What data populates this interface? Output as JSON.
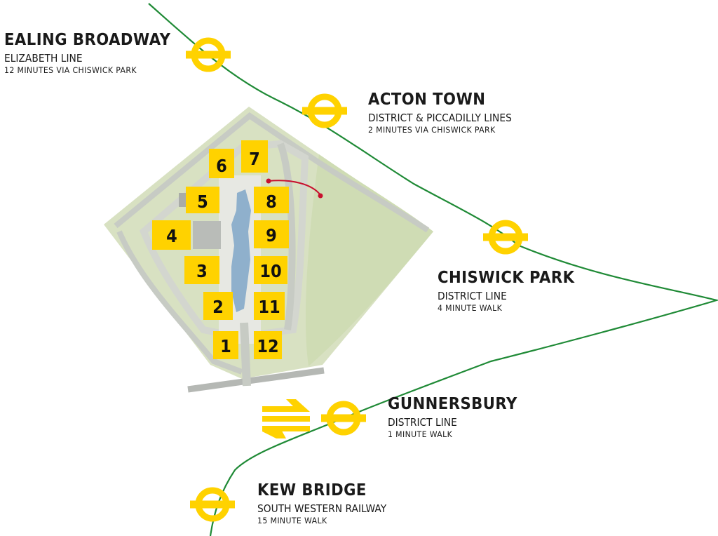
{
  "colors": {
    "line_green": "#1f8a36",
    "roundel_yellow": "#ffd200",
    "building_yellow": "#ffd200",
    "grass": "#d6dfbf",
    "lake": "#8fb0cc",
    "path_grey": "#c9ccc9",
    "rail_red": "#c8102e"
  },
  "stations": [
    {
      "id": "ealing",
      "name": "EALING BROADWAY",
      "line": "ELIZABETH LINE",
      "time": "12 MINUTES VIA CHISWICK PARK",
      "icon": "underground-roundel-icon"
    },
    {
      "id": "acton",
      "name": "ACTON TOWN",
      "line": "DISTRICT & PICCADILLY LINES",
      "time": "2 MINUTES VIA CHISWICK PARK",
      "icon": "underground-roundel-icon"
    },
    {
      "id": "chiswick",
      "name": "CHISWICK PARK",
      "line": "DISTRICT LINE",
      "time": "4 MINUTE WALK",
      "icon": "underground-roundel-icon"
    },
    {
      "id": "gunnersbury",
      "name": "GUNNERSBURY",
      "line": "DISTRICT LINE",
      "time": "1 MINUTE WALK",
      "icon": "underground-roundel-icon",
      "extra_icon": "national-rail-icon"
    },
    {
      "id": "kew",
      "name": "KEW BRIDGE",
      "line": "SOUTH WESTERN RAILWAY",
      "time": "15 MINUTE WALK",
      "icon": "underground-roundel-icon"
    }
  ],
  "buildings": [
    "1",
    "2",
    "3",
    "4",
    "5",
    "6",
    "7",
    "8",
    "9",
    "10",
    "11",
    "12"
  ]
}
